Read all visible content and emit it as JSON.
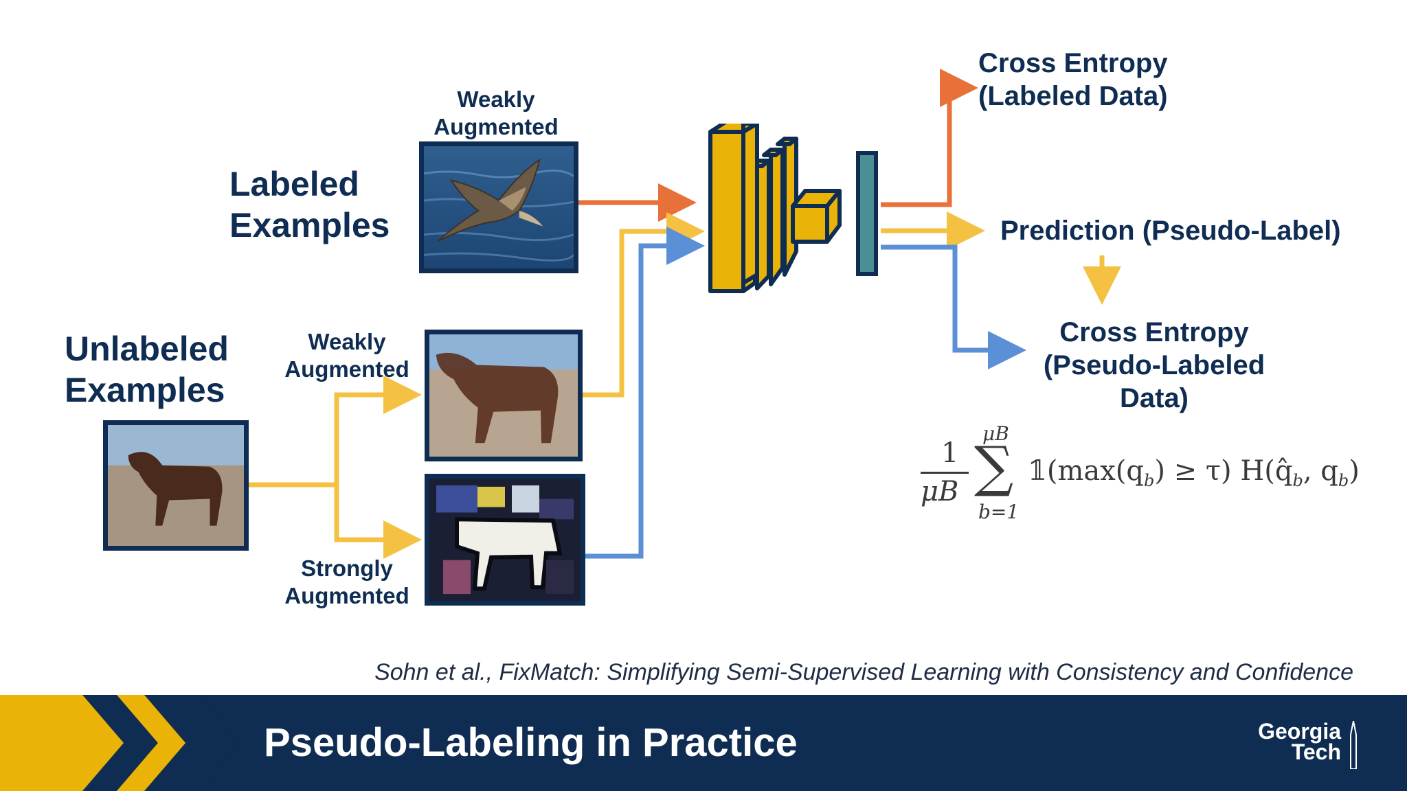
{
  "labeled": {
    "heading_line1": "Labeled",
    "heading_line2": "Examples",
    "weak_line1": "Weakly",
    "weak_line2": "Augmented",
    "image": "pelican-photo"
  },
  "unlabeled": {
    "heading_line1": "Unlabeled",
    "heading_line2": "Examples",
    "weak_line1": "Weakly",
    "weak_line2": "Augmented",
    "strong_line1": "Strongly",
    "strong_line2": "Augmented",
    "image": "horse-photo"
  },
  "outputs": {
    "ce_labeled_line1": "Cross Entropy",
    "ce_labeled_line2": "(Labeled Data)",
    "prediction": "Prediction (Pseudo-Label)",
    "ce_pseudo_line1": "Cross Entropy",
    "ce_pseudo_line2": "(Pseudo-Labeled",
    "ce_pseudo_line3": "Data)"
  },
  "formula": {
    "numerator": "1",
    "denominator": "μB",
    "sum_upper": "μB",
    "sum_symbol": "∑",
    "sum_lower": "b=1",
    "body": "𝟙(max(q",
    "body_sub1": "b",
    "body_mid": ") ≥ τ) H(q̂",
    "body_sub2": "b",
    "body_comma": ", q",
    "body_sub3": "b",
    "body_end": ")"
  },
  "citation": "Sohn et al., FixMatch: Simplifying Semi-Supervised Learning with Consistency and Confidence",
  "footer": {
    "title": "Pseudo-Labeling in Practice",
    "logo_line1": "Georgia",
    "logo_line2": "Tech"
  },
  "colors": {
    "navy": "#0f2d52",
    "gold": "#eab308",
    "orange": "#e8713a",
    "yellow_arrow": "#f4c142",
    "blue_arrow": "#5b8fd6",
    "teal": "#4a8e96"
  }
}
